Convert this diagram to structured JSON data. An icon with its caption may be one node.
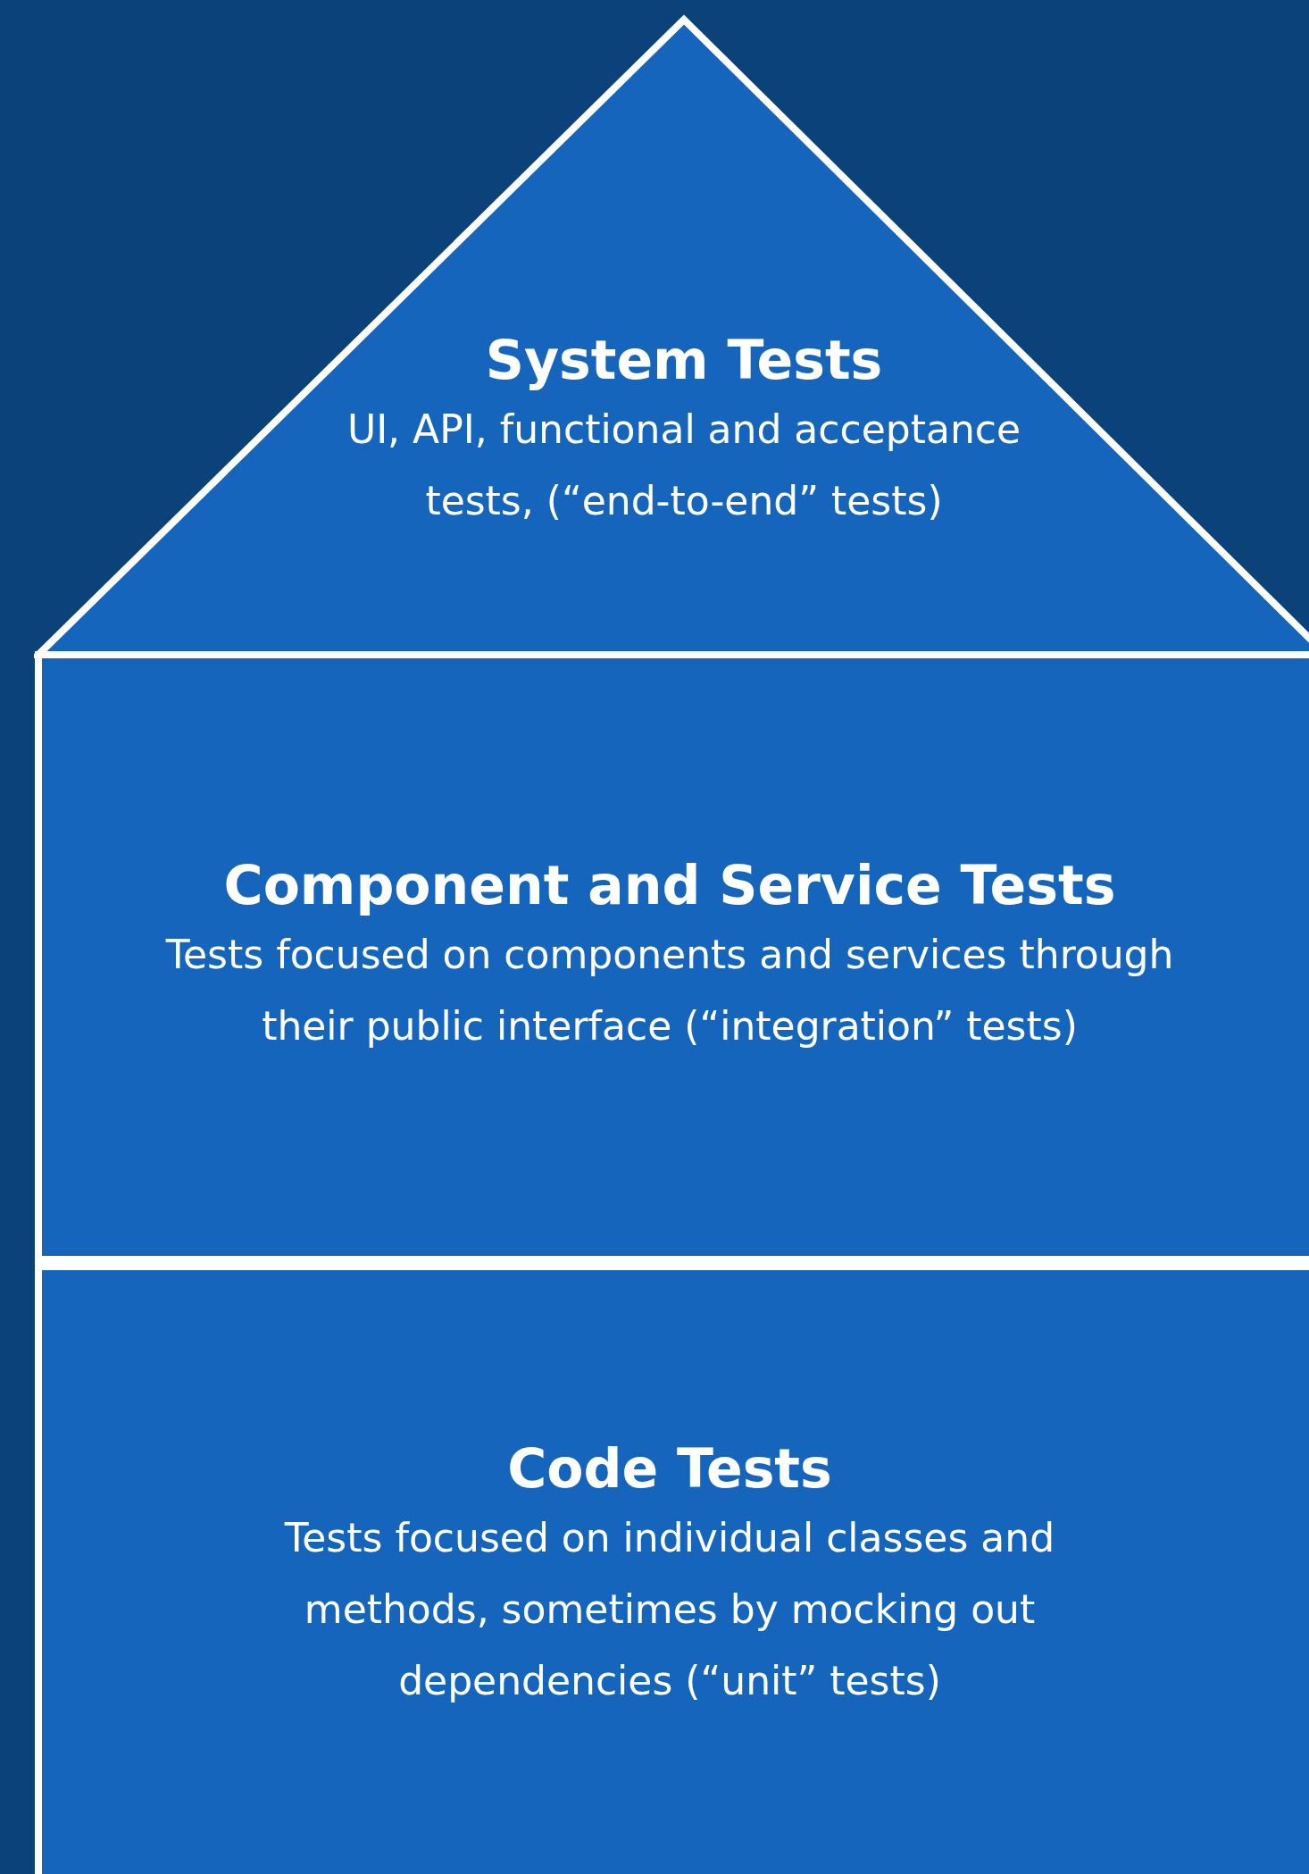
{
  "diagram": {
    "nodes": [
      {
        "text": [
          "System Tests",
          "UI, API, functional and acceptance tests, (“end-to-end” tests)"
        ]
      },
      {
        "text": [
          "Component and Service Tests",
          "Tests focused on components and services through their public interface (“integration” tests)"
        ]
      },
      {
        "text": [
          "Code Tests",
          "Tests focused on individual classes and methods, sometimes by mocking out dependencies (“unit” tests)"
        ]
      }
    ]
  }
}
